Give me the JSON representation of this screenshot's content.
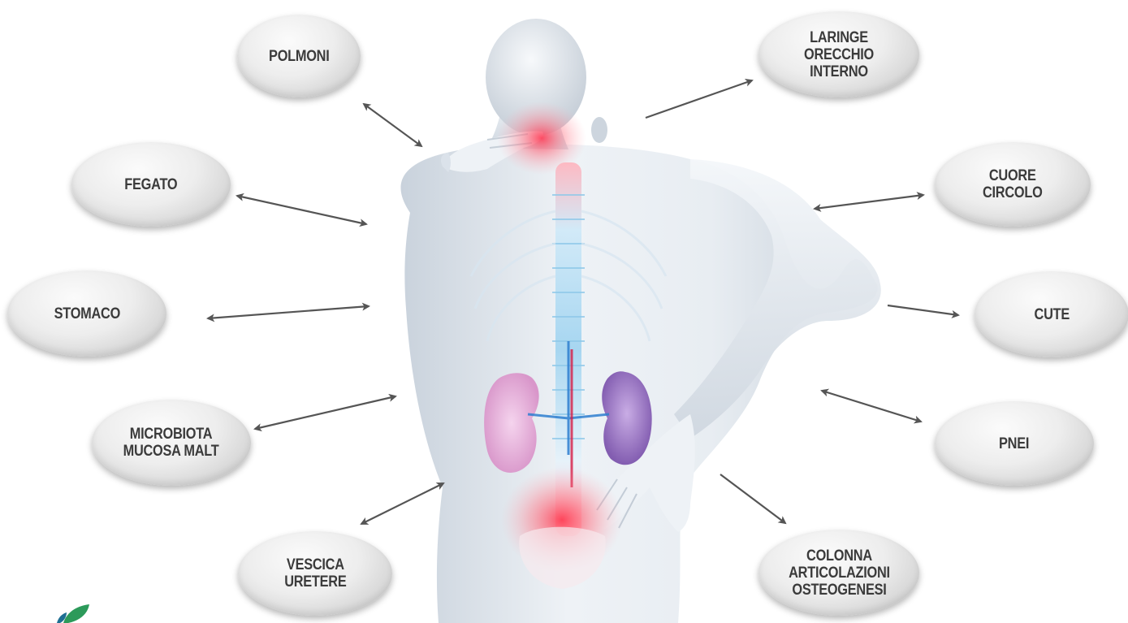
{
  "diagram": {
    "organs": [
      {
        "id": "polmoni",
        "lines": [
          "POLMONI"
        ]
      },
      {
        "id": "laringe",
        "lines": [
          "LARINGE",
          "ORECCHIO",
          "INTERNO"
        ]
      },
      {
        "id": "fegato",
        "lines": [
          "FEGATO"
        ]
      },
      {
        "id": "cuore",
        "lines": [
          "CUORE",
          "CIRCOLO"
        ]
      },
      {
        "id": "stomaco",
        "lines": [
          "STOMACO"
        ]
      },
      {
        "id": "cute",
        "lines": [
          "CUTE"
        ]
      },
      {
        "id": "microbiota",
        "lines": [
          "MICROBIOTA",
          "MUCOSA MALT"
        ]
      },
      {
        "id": "pnei",
        "lines": [
          "PNEI"
        ]
      },
      {
        "id": "vescica",
        "lines": [
          "VESCICA",
          "URETERE"
        ]
      },
      {
        "id": "colonna",
        "lines": [
          "COLONNA",
          "ARTICOLAZIONI",
          "OSTEOGENESI"
        ]
      }
    ],
    "colors": {
      "bubble": "#e6e6e6",
      "text": "#3b3b3b",
      "arrow": "#555555",
      "spine": "#7fc6ea",
      "pain": "#ff4d5e",
      "kidney_left": "#e7a7d8",
      "kidney_right": "#9a72c2",
      "logo_leaf": "#2c9a5a",
      "logo_leaf_dark": "#1f6f93"
    },
    "icons": {
      "body": "human-back-icon",
      "logo": "leaf-logo-icon"
    }
  }
}
